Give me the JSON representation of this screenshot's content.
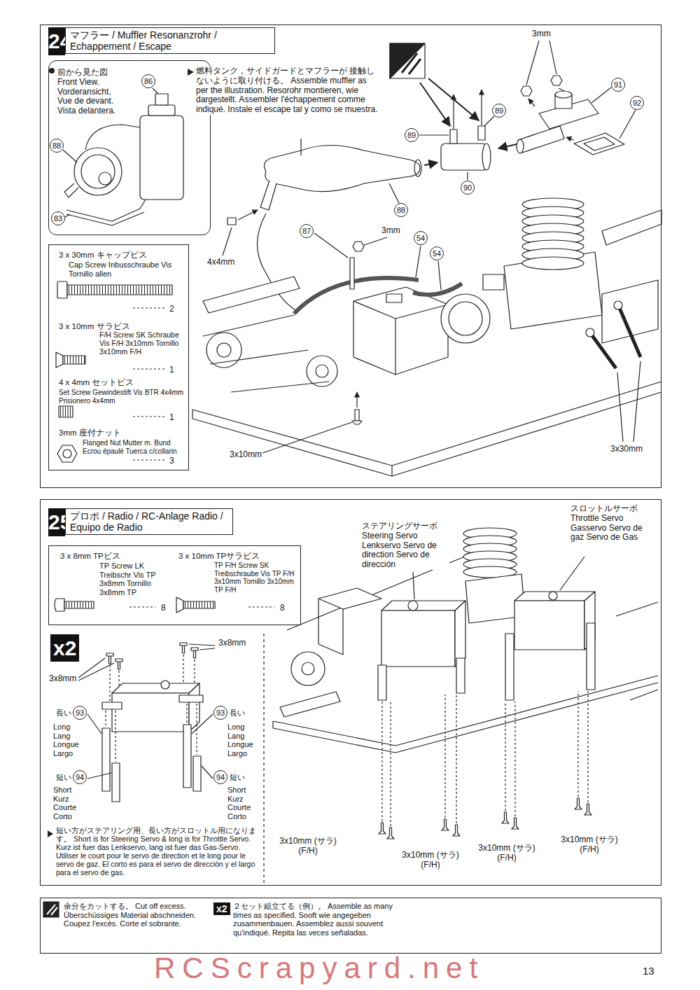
{
  "diagram": {
    "nodes": [
      {
        "text": [
          "24",
          "マフラー / Muffler Resonanzrohr / Echappement / Escape"
        ]
      },
      {
        "text": [
          "前から見た図 Front View. Vorderansicht. Vue de devant. Vista delantera."
        ],
        "in": 0
      },
      {
        "text": [
          "3 x 30mm キャップビス",
          "Cap Screw Inbusschraube Vis Tornillo allen",
          "2",
          "3 x 10mm サラビス",
          "F/H Screw SK Schraube Vis F/H 3x10mm Tornillo 3x10mm F/H",
          "1",
          "4 x 4mm セットビス",
          "Set Screw Gewindestift Vis BTR 4x4mm Prisionero 4x4mm",
          "1",
          "3mm 座付ナット",
          "Flanged Nut Mutter m. Bund Ecrou épaulé Tuerca c/collarin",
          "3"
        ],
        "in": 0
      },
      {
        "text": [
          "25",
          "プロポ / Radio / RC-Anlage Radio / Equipo de Radio"
        ]
      },
      {
        "text": [
          "3 x 8mm TPビス",
          "TP Screw LK Treibschr Vis TP 3x8mm Tornillo 3x8mm TP",
          "8",
          "3 x 10mm TPサラビス",
          "TP F/H Screw SK Treibschraube Vis TP F/H 3x10mm Tornillo 3x10mm TP F/H",
          "8"
        ],
        "in": 3
      }
    ],
    "labels": [
      "燃料タンク，サイドガードとマフラーが 接触しないように取り付ける。 Assemble muffler as per the illustration. Resorohr montieren, wie dargestellt. Assembler l'échappement comme indiqué. Instale el escape tal y como se muestra.",
      "3mm",
      "89",
      "89",
      "90",
      "91",
      "92",
      "88",
      "87",
      "3mm",
      "54",
      "54",
      "4x4mm",
      "3x10mm",
      "3x30mm",
      "86",
      "88",
      "83",
      "ステアリングサーボ Steering Servo Lenkservo Servo de direction Servo de dirección",
      "スロットルサーボ Throttle Servo Gasservo Servo de gaz Servo de Gas",
      "3x10mm (サラ) (F/H)",
      "3x10mm (サラ) (F/H)",
      "3x10mm (サラ) (F/H)",
      "3x10mm (サラ) (F/H)",
      "x2",
      "3x8mm",
      "3x8mm",
      "長い",
      "93",
      "Long Lang Longue Largo",
      "短い",
      "94",
      "Short Kurz Courte Corto",
      "93",
      "長い",
      "Long Lang Longue Largo",
      "94",
      "短い",
      "Short Kurz Courte Corto",
      "短い方がステアリング用、長い方がスロットル用になります。 Short is for Steering Servo & long is for Throttle Servo. Kurz ist fuer das Lenkservo, lang ist fuer das Gas-Servo. Utiliser le court pour le servo de direction et le long pour le servo de gaz. El corto es para el servo de dirección y el largo para el servo de gas.",
      "x2",
      "13",
      "RCScrapyard.net"
    ],
    "legend": [
      {
        "text": "余分をカットする。 Cut off excess. Überschüssiges Material abschneiden. Coupez l'excès. Corte el sobrante."
      },
      {
        "text": "２セット組立てる（例）。 Assemble as many times as specified. Sooft wie angegeben zusammenbauen. Assemblez aussi souvent qu'indiqué. Repita las veces señaladas."
      }
    ]
  }
}
